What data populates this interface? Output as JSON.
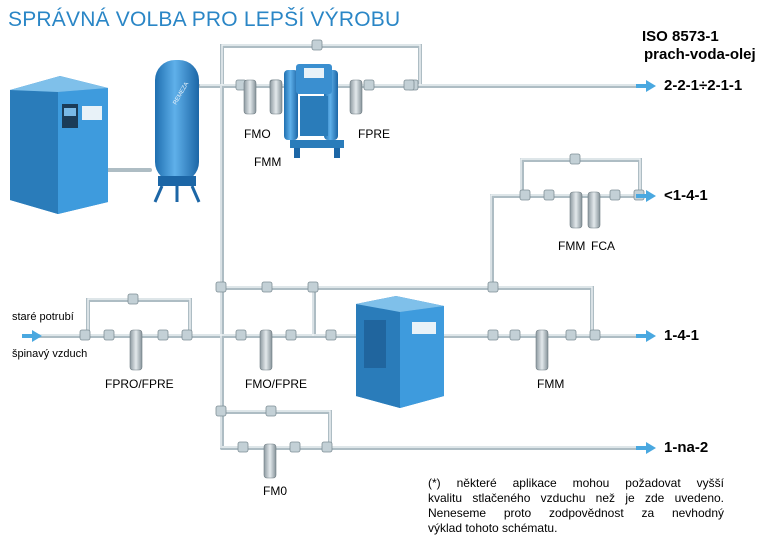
{
  "title": "SPRÁVNÁ VOLBA PRO LEPŠÍ VÝROBU",
  "standard": {
    "name": "ISO 8573-1",
    "subtitle": "prach-voda-olej"
  },
  "outputs": [
    {
      "id": "top",
      "label": "2-2-1÷2-1-1"
    },
    {
      "id": "fca",
      "label": "<1-4-1"
    },
    {
      "id": "mid",
      "label": "1-4-1"
    },
    {
      "id": "bottom",
      "label": "1-na-2"
    }
  ],
  "filters": {
    "fmo": "FMO",
    "fmm_top": "FMM",
    "fpre": "FPRE",
    "fmm_fca": "FMM",
    "fca": "FCA",
    "fpro_fpre": "FPRO/FPRE",
    "fmo_fpre": "FMO/FPRE",
    "fmm_mid": "FMM",
    "fm0": "FM0"
  },
  "input": {
    "line1": "staré potrubí",
    "line2": "špinavý vzduch"
  },
  "note": [
    "(*) některé aplikace mohou požadovat vyšší",
    "kvalitu stlačeného vzduchu než je zde uvedeno.",
    "Neneseme proto zodpovědnost za nevhodný",
    "výklad tohoto schématu."
  ],
  "colors": {
    "pipe": "#c9d6dc",
    "equipment": "#3a8fd0",
    "title": "#2a86c6",
    "arrow": "#4aa8e0"
  }
}
